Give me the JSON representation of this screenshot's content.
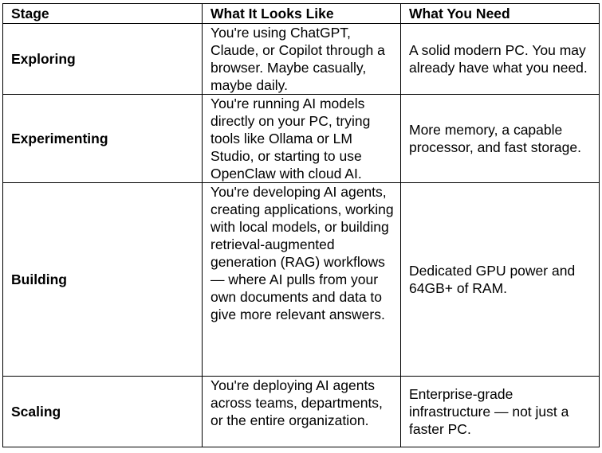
{
  "table": {
    "headers": [
      "Stage",
      "What It Looks Like",
      "What You Need"
    ],
    "rows": [
      {
        "stage": "Exploring",
        "looks_like": "You're using ChatGPT, Claude, or Copilot through a browser. Maybe casually, maybe daily.",
        "need": "A solid modern PC. You may already have what you need."
      },
      {
        "stage": "Experimenting",
        "looks_like": "You're running AI models directly on your PC, trying tools like Ollama or LM Studio, or starting to use OpenClaw with cloud AI.",
        "need": "More memory, a capable processor, and fast storage."
      },
      {
        "stage": "Building",
        "looks_like": "You're developing AI agents, creating applications, working with local models, or building retrieval-augmented generation (RAG) workflows — where AI pulls from your own documents and data to give more relevant answers.",
        "need": "Dedicated GPU power and 64GB+ of RAM."
      },
      {
        "stage": "Scaling",
        "looks_like": "You're deploying AI agents across teams, departments, or the entire organization.",
        "need": "Enterprise-grade infrastructure — not just a faster PC."
      }
    ]
  }
}
